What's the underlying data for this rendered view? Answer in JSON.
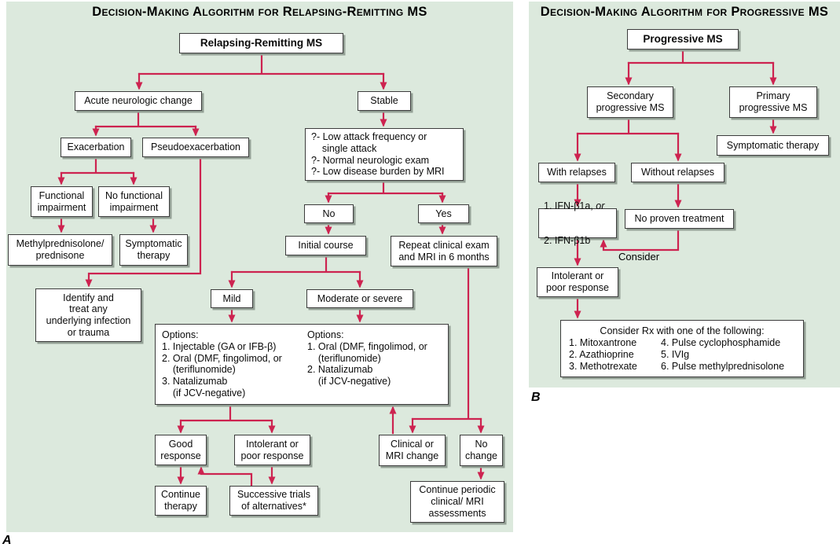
{
  "colors": {
    "panel_bg": "#dce9dd",
    "box_bg": "#ffffff",
    "box_border": "#3c3c3c",
    "arrow": "#cd2350",
    "shadow": "#93a095",
    "text": "#0b0b0b"
  },
  "panel_a": {
    "title": "Decision-Making Algorithm for Relapsing-Remitting MS",
    "corner_label": "A",
    "nodes": {
      "root": "Relapsing-Remitting MS",
      "acute_change": "Acute neurologic change",
      "stable": "Stable",
      "exacerbation": "Exacerbation",
      "pseudoexacerbation": "Pseudoexacerbation",
      "functional_impairment": "Functional\nimpairment",
      "no_functional_impairment": "No functional\nimpairment",
      "methylprednisolone": "Methylprednisolone/\nprednisone",
      "symptomatic_therapy": "Symptomatic\ntherapy",
      "identify_and_treat": "Identify and\ntreat any\nunderlying infection\nor trauma",
      "stability_criteria": "?- Low attack frequency or\n    single attack\n?- Normal neurologic exam\n?- Low disease burden by MRI",
      "no": "No",
      "yes": "Yes",
      "initial_course": "Initial course",
      "repeat_exam": "Repeat clinical exam\nand MRI in 6 months",
      "mild": "Mild",
      "moderate_severe": "Moderate or severe",
      "options_mild": "Options:\n1. Injectable (GA or IFB-β)\n2. Oral (DMF, fingolimod, or\n    (teriflunomide)\n3. Natalizumab\n    (if JCV-negative)",
      "options_moderate": "Options:\n1. Oral (DMF, fingolimod, or\n    (teriflunomide)\n2. Natalizumab\n    (if JCV-negative)",
      "good_response": "Good\nresponse",
      "intolerant_poor": "Intolerant or\npoor response",
      "continue_therapy": "Continue\ntherapy",
      "successive_trials": "Successive trials\nof alternatives*",
      "clinical_mri_change": "Clinical or\nMRI change",
      "no_change": "No\nchange",
      "continue_periodic": "Continue periodic\nclinical/ MRI\nassessments"
    }
  },
  "panel_b": {
    "title": "Decision-Making Algorithm for Progressive MS",
    "corner_label": "B",
    "nodes": {
      "root": "Progressive MS",
      "secondary_pms": "Secondary\nprogressive MS",
      "primary_pms": "Primary\nprogressive MS",
      "symptomatic_therapy": "Symptomatic therapy",
      "with_relapses": "With relapses",
      "without_relapses": "Without relapses",
      "ifn_line1": "1. IFN-β1a,",
      "ifn_or": "or",
      "ifn_line2": "2. IFN-β1b",
      "no_proven_treatment": "No proven treatment",
      "consider_label": "Consider",
      "intolerant_poor": "Intolerant or\npoor response",
      "consider_rx_title": "Consider Rx with one of the following:",
      "consider_rx_col1": "1. Mitoxantrone\n2. Azathioprine\n3. Methotrexate",
      "consider_rx_col2": "4. Pulse cyclophosphamide\n5. IVIg\n6. Pulse methylprednisolone"
    }
  }
}
